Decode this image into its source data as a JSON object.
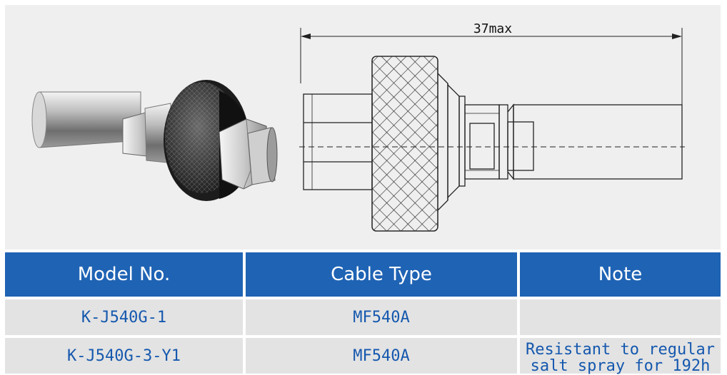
{
  "drawing": {
    "dimension_label": "37max"
  },
  "table": {
    "headers": [
      "Model No.",
      "Cable Type",
      "Note"
    ],
    "rows": [
      {
        "model": "K-J540G-1",
        "cable": "MF540A",
        "note": ""
      },
      {
        "model": "K-J540G-3-Y1",
        "cable": "MF540A",
        "note": "Resistant to regular salt spray for 192h"
      }
    ]
  },
  "colors": {
    "header_bg": "#1f63b4",
    "row_bg": "#e3e3e3",
    "row_text": "#1558ae",
    "figure_bg": "#efefef"
  }
}
